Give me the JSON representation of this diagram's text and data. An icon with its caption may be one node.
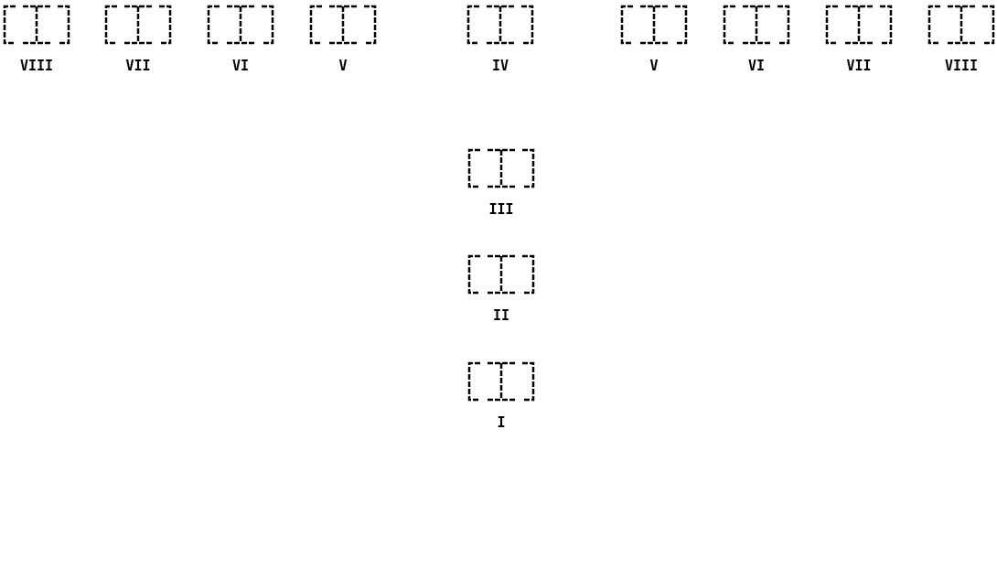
{
  "diagram": {
    "nodes": [
      {
        "text": [
          "VIII"
        ]
      },
      {
        "text": [
          "VII"
        ]
      },
      {
        "text": [
          "VI"
        ]
      },
      {
        "text": [
          "V"
        ]
      },
      {
        "text": [
          "IV"
        ]
      },
      {
        "text": [
          "V"
        ]
      },
      {
        "text": [
          "VI"
        ]
      },
      {
        "text": [
          "VII"
        ]
      },
      {
        "text": [
          "VIII"
        ]
      },
      {
        "text": [
          "III"
        ]
      },
      {
        "text": [
          "II"
        ]
      },
      {
        "text": [
          "I"
        ]
      }
    ]
  }
}
